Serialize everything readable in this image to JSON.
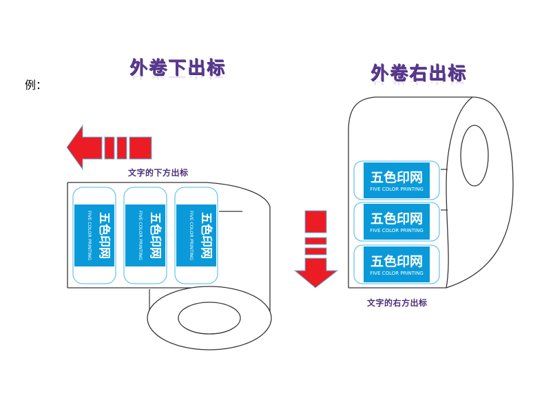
{
  "example_label": "例：",
  "left_diagram": {
    "title": "外卷下出标",
    "caption": "文字的下方出标",
    "arrow_direction": "left",
    "labels": [
      {
        "brand_cn": "五色印网",
        "brand_en": "FIVE COLOR PRINTING"
      },
      {
        "brand_cn": "五色印网",
        "brand_en": "FIVE COLOR PRINTING"
      },
      {
        "brand_cn": "五色印网",
        "brand_en": "FIVE COLOR PRINTING"
      }
    ]
  },
  "right_diagram": {
    "title": "外卷右出标",
    "caption": "文字的右方出标",
    "arrow_direction": "down",
    "labels": [
      {
        "brand_cn": "五色印网",
        "brand_en": "FIVE COLOR PRINTING"
      },
      {
        "brand_cn": "五色印网",
        "brand_en": "FIVE COLOR PRINTING"
      },
      {
        "brand_cn": "五色印网",
        "brand_en": "FIVE COLOR PRINTING"
      }
    ]
  },
  "colors": {
    "title": "#5b3a91",
    "label_blue": "#0a9ad9",
    "label_outline": "#6cc6ee",
    "arrow_red": "#ec1c24",
    "arrow_outline": "#4fc3f7",
    "roll_line": "#333333"
  }
}
